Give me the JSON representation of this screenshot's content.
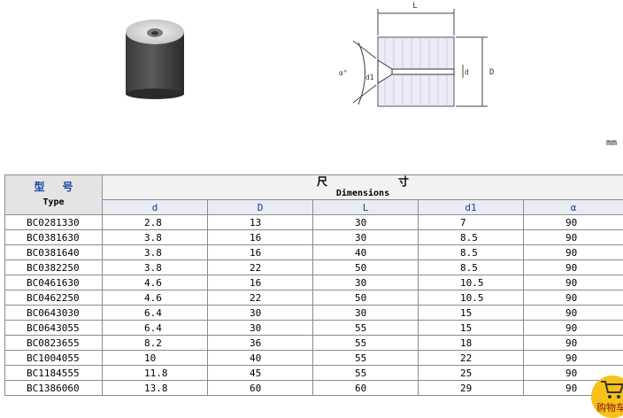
{
  "drawing": {
    "label_L": "L",
    "label_D": "D",
    "label_d": "d",
    "label_d1": "d1",
    "label_alpha": "α°"
  },
  "unit": "mm",
  "table": {
    "type_zh": "型号",
    "type_en": "Type",
    "dim_zh": "尺寸",
    "dim_en": "Dimensions",
    "columns": [
      "d",
      "D",
      "L",
      "d1",
      "α"
    ],
    "rows": [
      [
        "BC0281330",
        "2.8",
        "13",
        "30",
        "7",
        "90"
      ],
      [
        "BC0381630",
        "3.8",
        "16",
        "30",
        "8.5",
        "90"
      ],
      [
        "BC0381640",
        "3.8",
        "16",
        "40",
        "8.5",
        "90"
      ],
      [
        "BC0382250",
        "3.8",
        "22",
        "50",
        "8.5",
        "90"
      ],
      [
        "BC0461630",
        "4.6",
        "16",
        "30",
        "10.5",
        "90"
      ],
      [
        "BC0462250",
        "4.6",
        "22",
        "50",
        "10.5",
        "90"
      ],
      [
        "BC0643030",
        "6.4",
        "30",
        "30",
        "15",
        "90"
      ],
      [
        "BC0643055",
        "6.4",
        "30",
        "55",
        "15",
        "90"
      ],
      [
        "BC0823655",
        "8.2",
        "36",
        "55",
        "18",
        "90"
      ],
      [
        "BC1004055",
        "10",
        "40",
        "55",
        "22",
        "90"
      ],
      [
        "BC1184555",
        "11.8",
        "45",
        "55",
        "25",
        "90"
      ],
      [
        "BC1386060",
        "13.8",
        "60",
        "60",
        "29",
        "90"
      ]
    ]
  },
  "cart": {
    "label": "购物车",
    "icon": "shopping-cart-icon"
  }
}
